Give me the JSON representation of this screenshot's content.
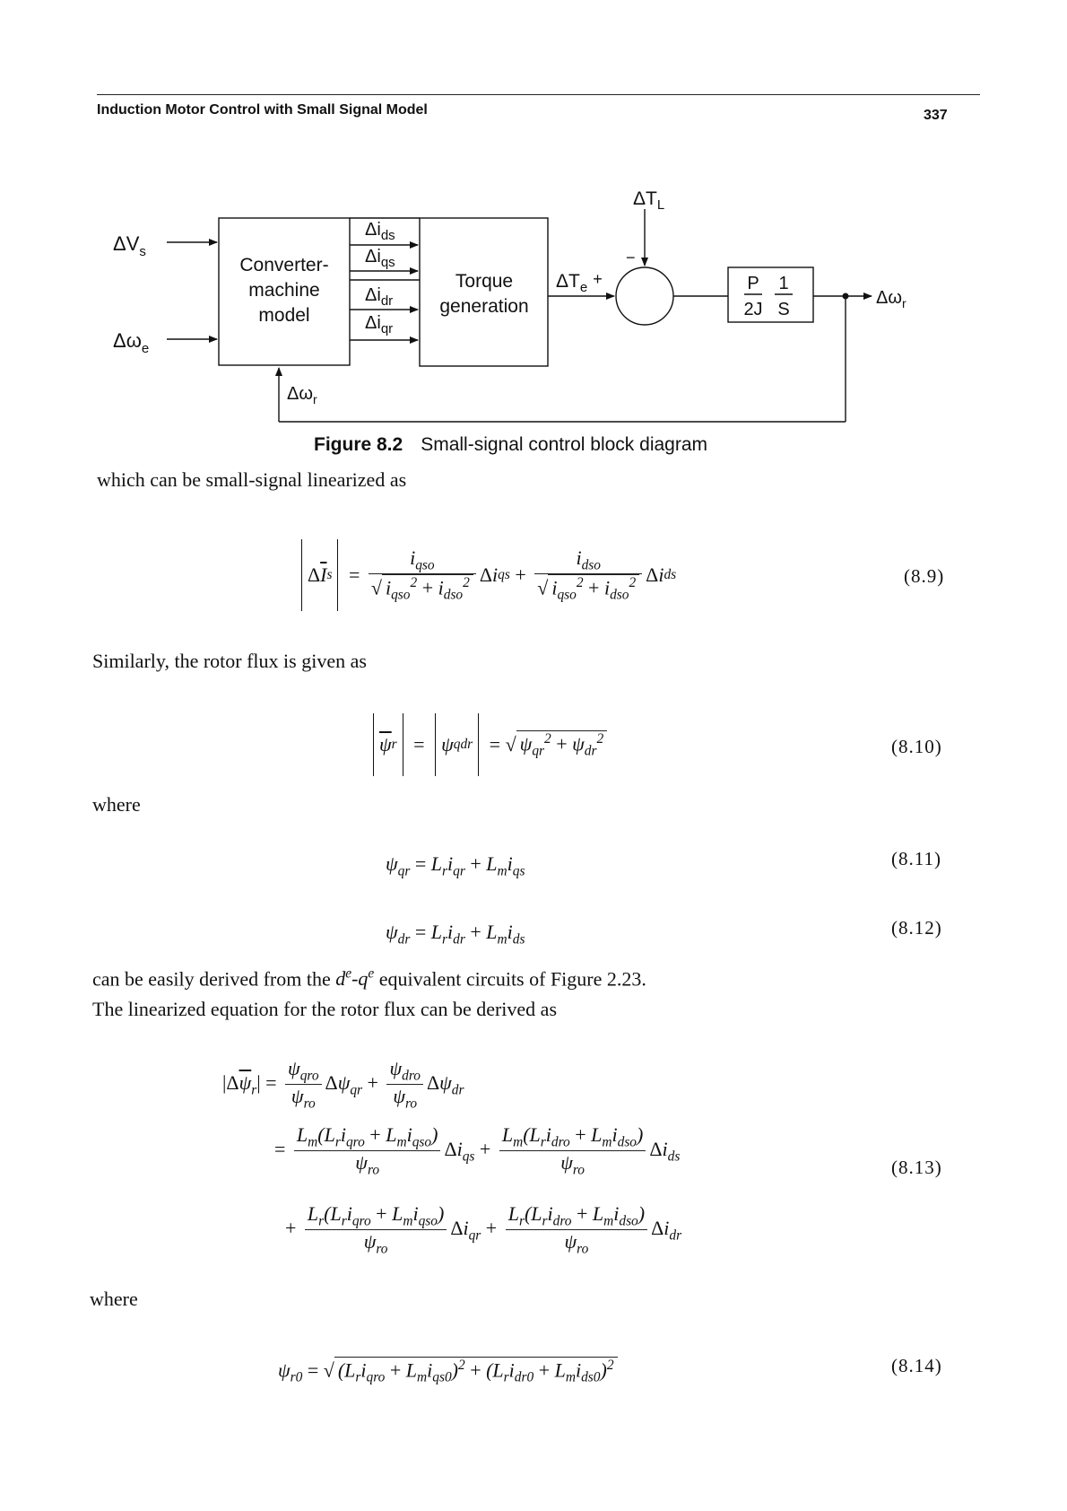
{
  "header": {
    "running_title": "Induction Motor Control with Small Signal Model",
    "page_number": "337"
  },
  "figure": {
    "inputs": {
      "vs": "ΔV",
      "vs_sub": "s",
      "we": "Δω",
      "we_sub": "e"
    },
    "converter_block": [
      "Converter-",
      "machine",
      "model"
    ],
    "currents": [
      {
        "base": "Δi",
        "sub": "ds"
      },
      {
        "base": "Δi",
        "sub": "qs"
      },
      {
        "base": "Δi",
        "sub": "dr"
      },
      {
        "base": "Δi",
        "sub": "qr"
      }
    ],
    "torque_block": [
      "Torque",
      "generation"
    ],
    "te": {
      "base": "ΔT",
      "sub": "e",
      "sign": "+"
    },
    "tl": {
      "base": "ΔT",
      "sub": "L",
      "sign": "−"
    },
    "gain": {
      "num_left": "P",
      "den_left": "2J",
      "num_right": "1",
      "den_right": "S"
    },
    "output": {
      "base": "Δω",
      "sub": "r"
    },
    "feedback": {
      "base": "Δω",
      "sub": "r"
    },
    "caption_label": "Figure 8.2",
    "caption_text": "Small-signal control block diagram"
  },
  "text": {
    "p1": "which can be small-signal linearized as",
    "p2": "Similarly, the rotor flux is given as",
    "p3": "where",
    "p4_a": "can be easily derived from the ",
    "p4_b": " equivalent circuits of Figure 2.23.",
    "p5": "The linearized equation for the rotor flux can be derived as",
    "p6": "where"
  },
  "equation_numbers": {
    "e89": "(8.9)",
    "e810": "(8.10)",
    "e811": "(8.11)",
    "e812": "(8.12)",
    "e813": "(8.13)",
    "e814": "(8.14)"
  }
}
